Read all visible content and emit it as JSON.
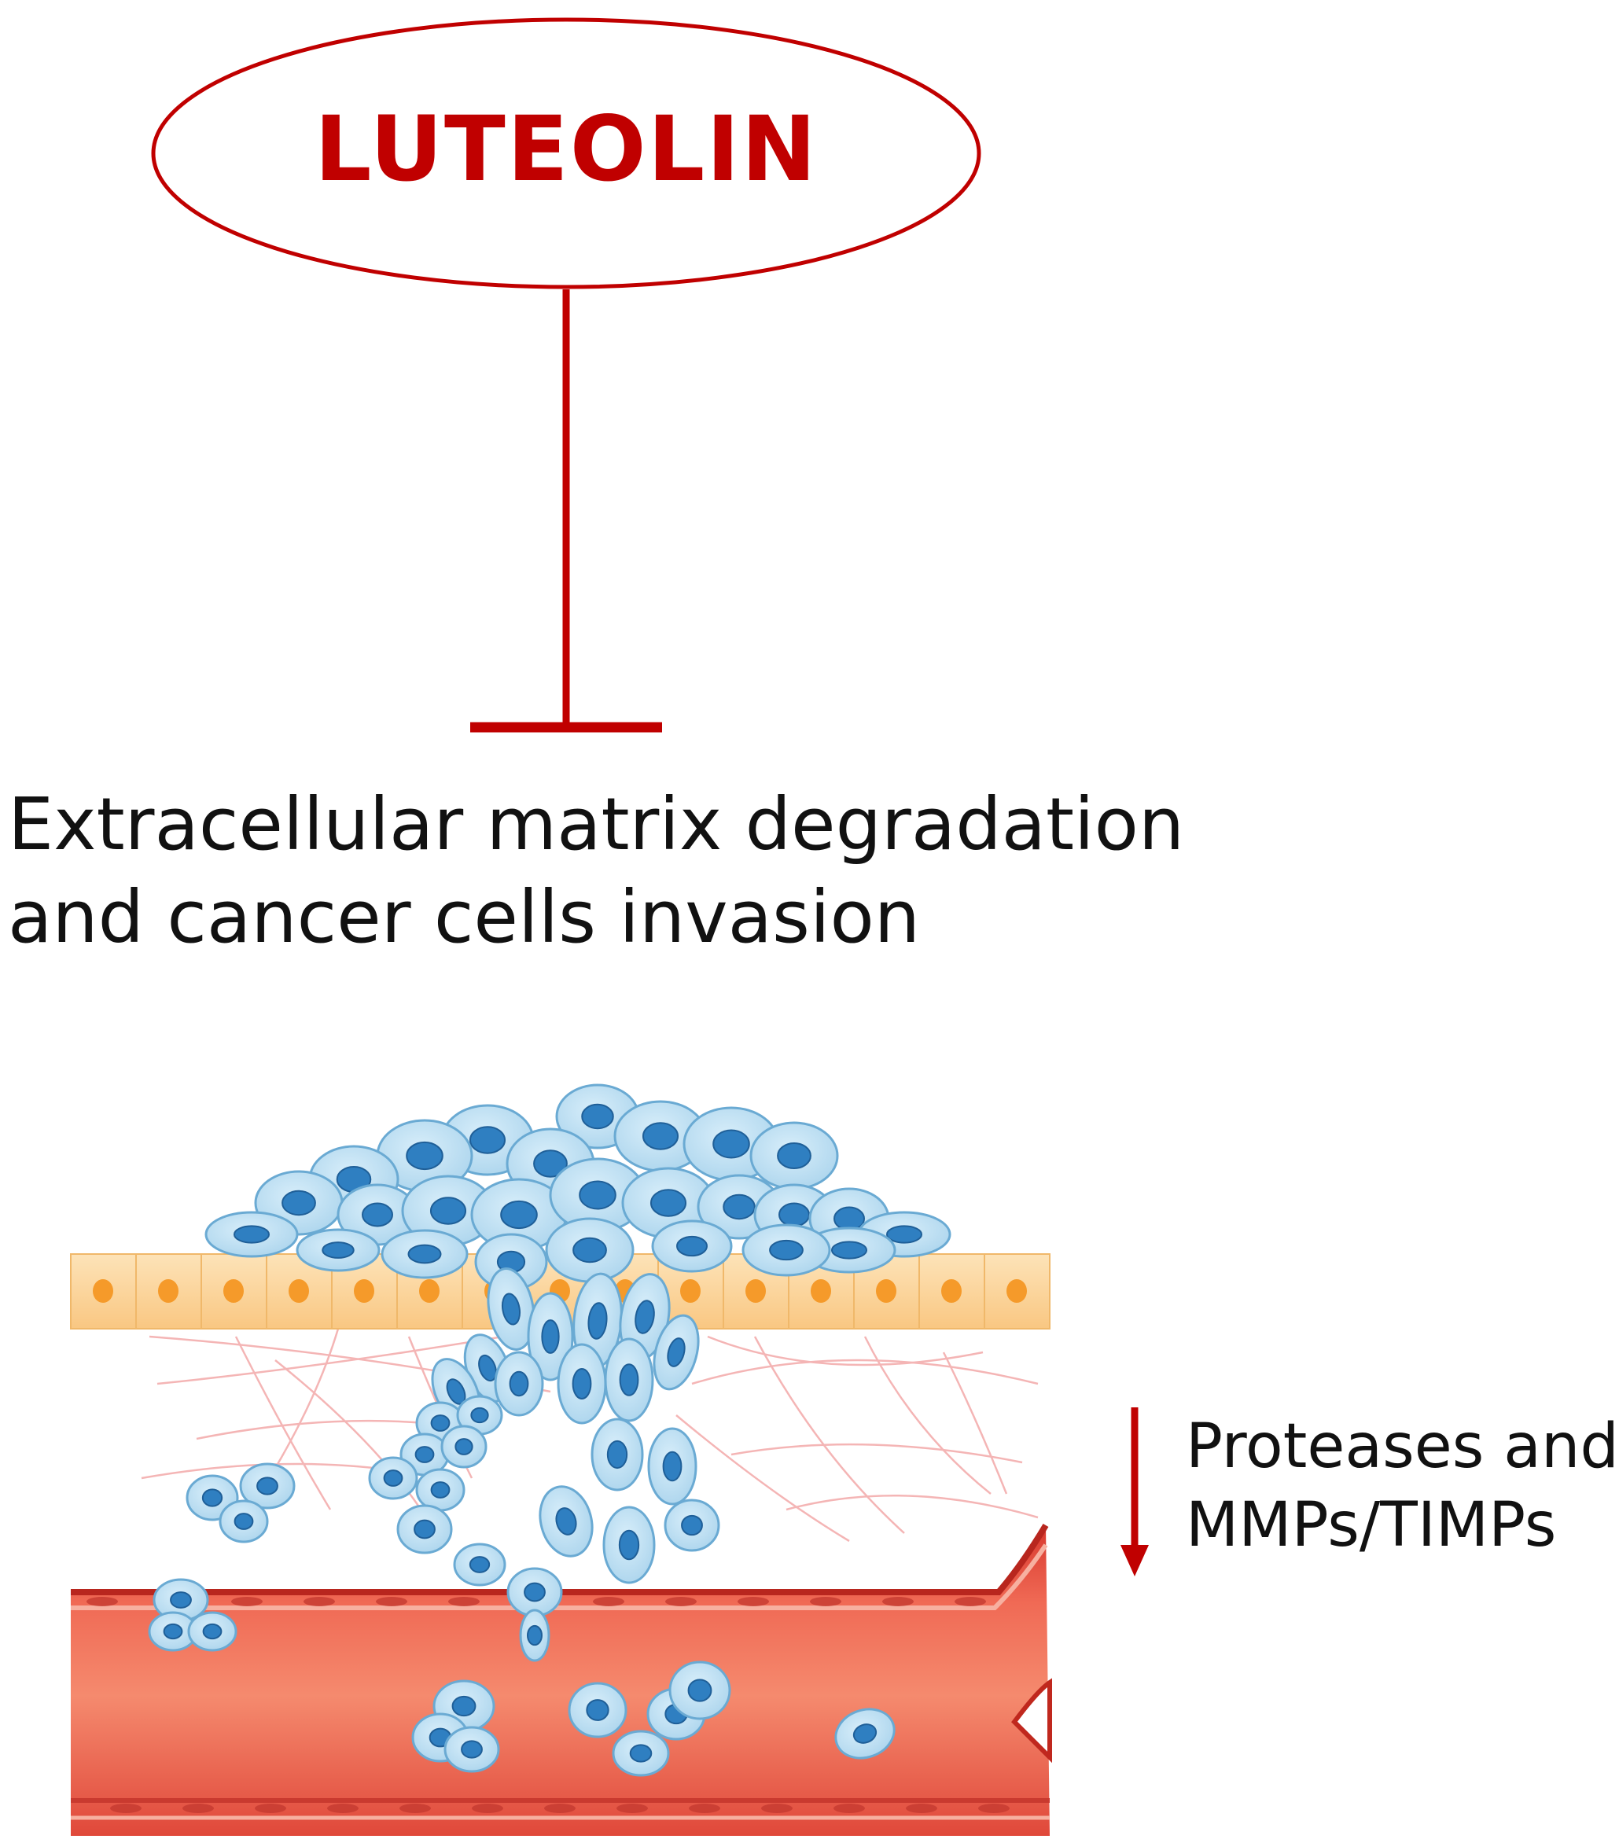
{
  "diagram": {
    "inhibitor": {
      "label": "LUTEOLIN",
      "color": "#c00000"
    },
    "target": {
      "line1": "Extracellular matrix degradation",
      "line2": "and cancer cells invasion"
    },
    "effect": {
      "direction": "down",
      "line1": "Proteases and",
      "line2": "MMPs/TIMPs",
      "arrow_color": "#c00000"
    },
    "illustration": {
      "subject": "cancer cells invading through epithelium and extracellular matrix into a blood vessel",
      "cell_color": "#bfe0f2",
      "nucleus_color": "#2f7fc1",
      "epithelium_color": "#fcd29a",
      "vessel_color": "#e8594a"
    }
  }
}
